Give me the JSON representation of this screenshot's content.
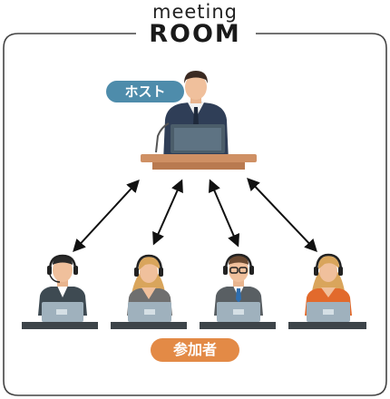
{
  "title": {
    "top": "meeting",
    "main": "ROOM"
  },
  "labels": {
    "host": "ホスト",
    "participants": "参加者"
  },
  "colors": {
    "frame": "#444444",
    "host_tag": "#4e8cab",
    "participant_tag": "#e38a46",
    "podium": "#c8895c",
    "laptop": "#9fb1bd",
    "desk": "#3d4449",
    "arrow": "#111111"
  },
  "participants": [
    {
      "appearance": "man-with-headset"
    },
    {
      "appearance": "woman-with-headset"
    },
    {
      "appearance": "man-with-glasses-and-headset"
    },
    {
      "appearance": "woman-with-headset-orange-top"
    }
  ]
}
